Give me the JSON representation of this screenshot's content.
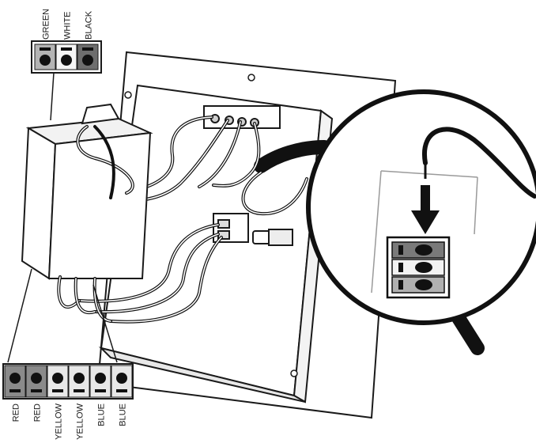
{
  "top_terminal": {
    "labels": [
      "GREEN",
      "WHITE",
      "BLACK"
    ],
    "colors": [
      "#b4b4b4",
      "#f5f5f5",
      "#6e6e6e"
    ]
  },
  "bottom_terminal": {
    "labels": [
      "RED",
      "RED",
      "YELLOW",
      "YELLOW",
      "BLUE",
      "BLUE"
    ],
    "colors": [
      "#8a8a8a",
      "#8a8a8a",
      "#e8e8e8",
      "#e8e8e8",
      "#e8e8e8",
      "#e8e8e8"
    ]
  },
  "inset_terminal": {
    "colors": [
      "#7a7a7a",
      "#f2f2f2",
      "#b0b0b0"
    ]
  },
  "colors": {
    "line": "#1a1a1a",
    "panel": "#ffffff",
    "wire_black": "#111111"
  }
}
